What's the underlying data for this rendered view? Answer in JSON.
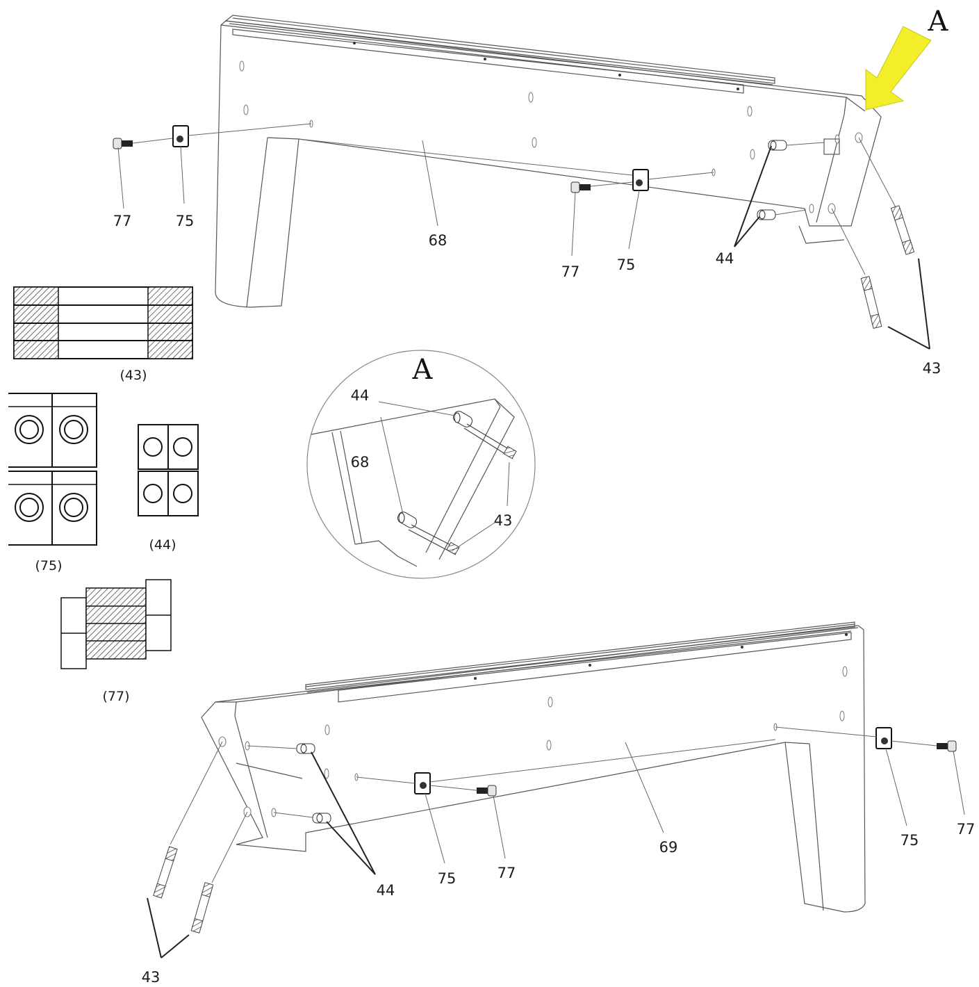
{
  "detail_letter": "A",
  "callout_letter": "A",
  "colors": {
    "arrow": "#f2ef2a",
    "ink": "#1a1a1a",
    "line": "#555555"
  },
  "upper_assembly": {
    "part_main": "68",
    "bolt_left": "77",
    "nut_left": "75",
    "bolt_mid": "77",
    "nut_mid": "75",
    "pin": "44",
    "rod": "43"
  },
  "lower_assembly": {
    "part_main": "69",
    "pin": "44",
    "rod": "43",
    "nut_mid": "75",
    "bolt_mid": "77",
    "nut_right": "75",
    "bolt_right": "77"
  },
  "detail_view": {
    "pin": "44",
    "part": "68",
    "rod": "43"
  },
  "parts_legend": {
    "rods": "(43)",
    "pins": "(44)",
    "nuts": "(75)",
    "bolts": "(77)"
  }
}
